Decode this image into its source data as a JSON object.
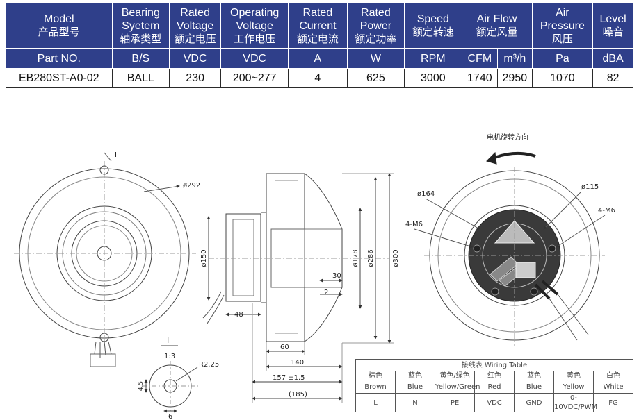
{
  "spec_table": {
    "headers": [
      {
        "en": "Model",
        "zh": "产品型号"
      },
      {
        "en": "Bearing Syetem",
        "zh": "轴承类型"
      },
      {
        "en": "Rated Voltage",
        "zh": "额定电压"
      },
      {
        "en": "Operating Voltage",
        "zh": "工作电压"
      },
      {
        "en": "Rated Current",
        "zh": "额定电流"
      },
      {
        "en": "Rated Power",
        "zh": "额定功率"
      },
      {
        "en": "Speed",
        "zh": "额定转速"
      },
      {
        "en": "Air Flow",
        "zh": "额定风量"
      },
      {
        "en": "Air Pressure",
        "zh": "风压"
      },
      {
        "en": "Level",
        "zh": "噪音"
      }
    ],
    "units": [
      "Part NO.",
      "B/S",
      "VDC",
      "VDC",
      "A",
      "W",
      "RPM",
      "CFM",
      "m³/h",
      "Pa",
      "dBA"
    ],
    "row": [
      "EB280ST-A0-02",
      "BALL",
      "230",
      "200~277",
      "4",
      "625",
      "3000",
      "1740",
      "2950",
      "1070",
      "82"
    ]
  },
  "drawing": {
    "front": {
      "dia_292": "ø292",
      "label_I": "I"
    },
    "side": {
      "dia_150": "ø150",
      "dia_178": "ø178",
      "dia_286": "ø286",
      "dia_300": "ø300",
      "d_48": "48",
      "d_30": "30",
      "d_2": "2",
      "d_60": "60",
      "d_140": "140",
      "d_157": "157 ±1.5",
      "d_185": "(185)"
    },
    "rear": {
      "rotation_label": "电机旋转方向",
      "dia_164": "ø164",
      "dia_115": "ø115",
      "m6_left": "4-M6",
      "m6_right": "4-M6"
    },
    "detail": {
      "label_I": "I",
      "scale": "1:3",
      "radius": "R2.25",
      "d_45": "4.5",
      "d_6": "6"
    }
  },
  "wiring_table": {
    "title": "接线表 Wiring Table",
    "columns": [
      {
        "zh": "棕色",
        "en": "Brown",
        "fn": "L"
      },
      {
        "zh": "蓝色",
        "en": "Blue",
        "fn": "N"
      },
      {
        "zh": "黄色/绿色",
        "en": "Yellow/Green",
        "fn": "PE"
      },
      {
        "zh": "红色",
        "en": "Red",
        "fn": "VDC"
      },
      {
        "zh": "蓝色",
        "en": "Blue",
        "fn": "GND"
      },
      {
        "zh": "黄色",
        "en": "Yellow",
        "fn": "0-10VDC/PWM"
      },
      {
        "zh": "白色",
        "en": "White",
        "fn": "FG"
      }
    ]
  },
  "colors": {
    "header_bg": "#2f3f8a",
    "header_text": "#ffffff",
    "line": "#333333"
  }
}
